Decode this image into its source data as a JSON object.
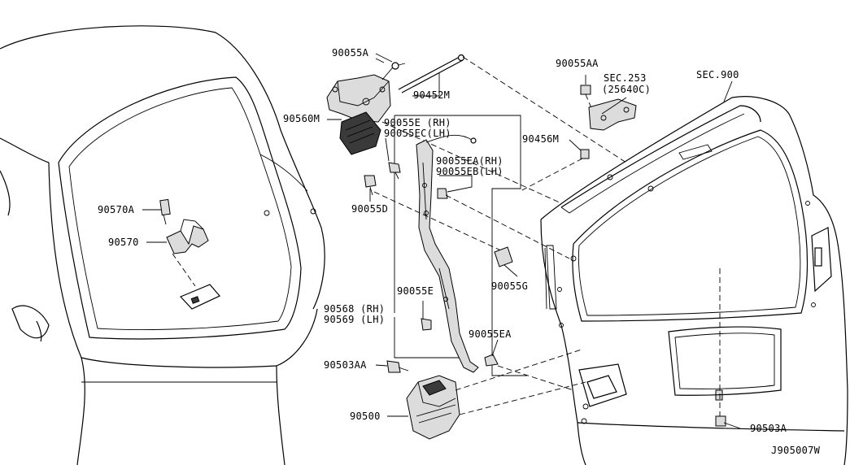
{
  "diagram_id": "J905007W",
  "labels": {
    "p90055A": "90055A",
    "p90452M": "90452M",
    "p90560M": "90560M",
    "p90055AA": "90055AA",
    "sec253": "SEC.253",
    "sec253sub": "(25640C)",
    "sec900": "SEC.900",
    "p90456M": "90456M",
    "p90055E_rh": "90055E (RH)",
    "p90055EC_lh": "90055EC(LH)",
    "p90055EA_rh": "90055EA(RH)",
    "p90055EB_lh": "90055EB(LH)",
    "p90570A": "90570A",
    "p90570": "90570",
    "p90055D": "90055D",
    "p90055G": "90055G",
    "p90055E": "90055E",
    "p90568_rh": "90568 (RH)",
    "p90569_lh": "90569 (LH)",
    "p90055EA": "90055EA",
    "p90503AA": "90503AA",
    "p90500": "90500",
    "p90503A": "90503A"
  }
}
